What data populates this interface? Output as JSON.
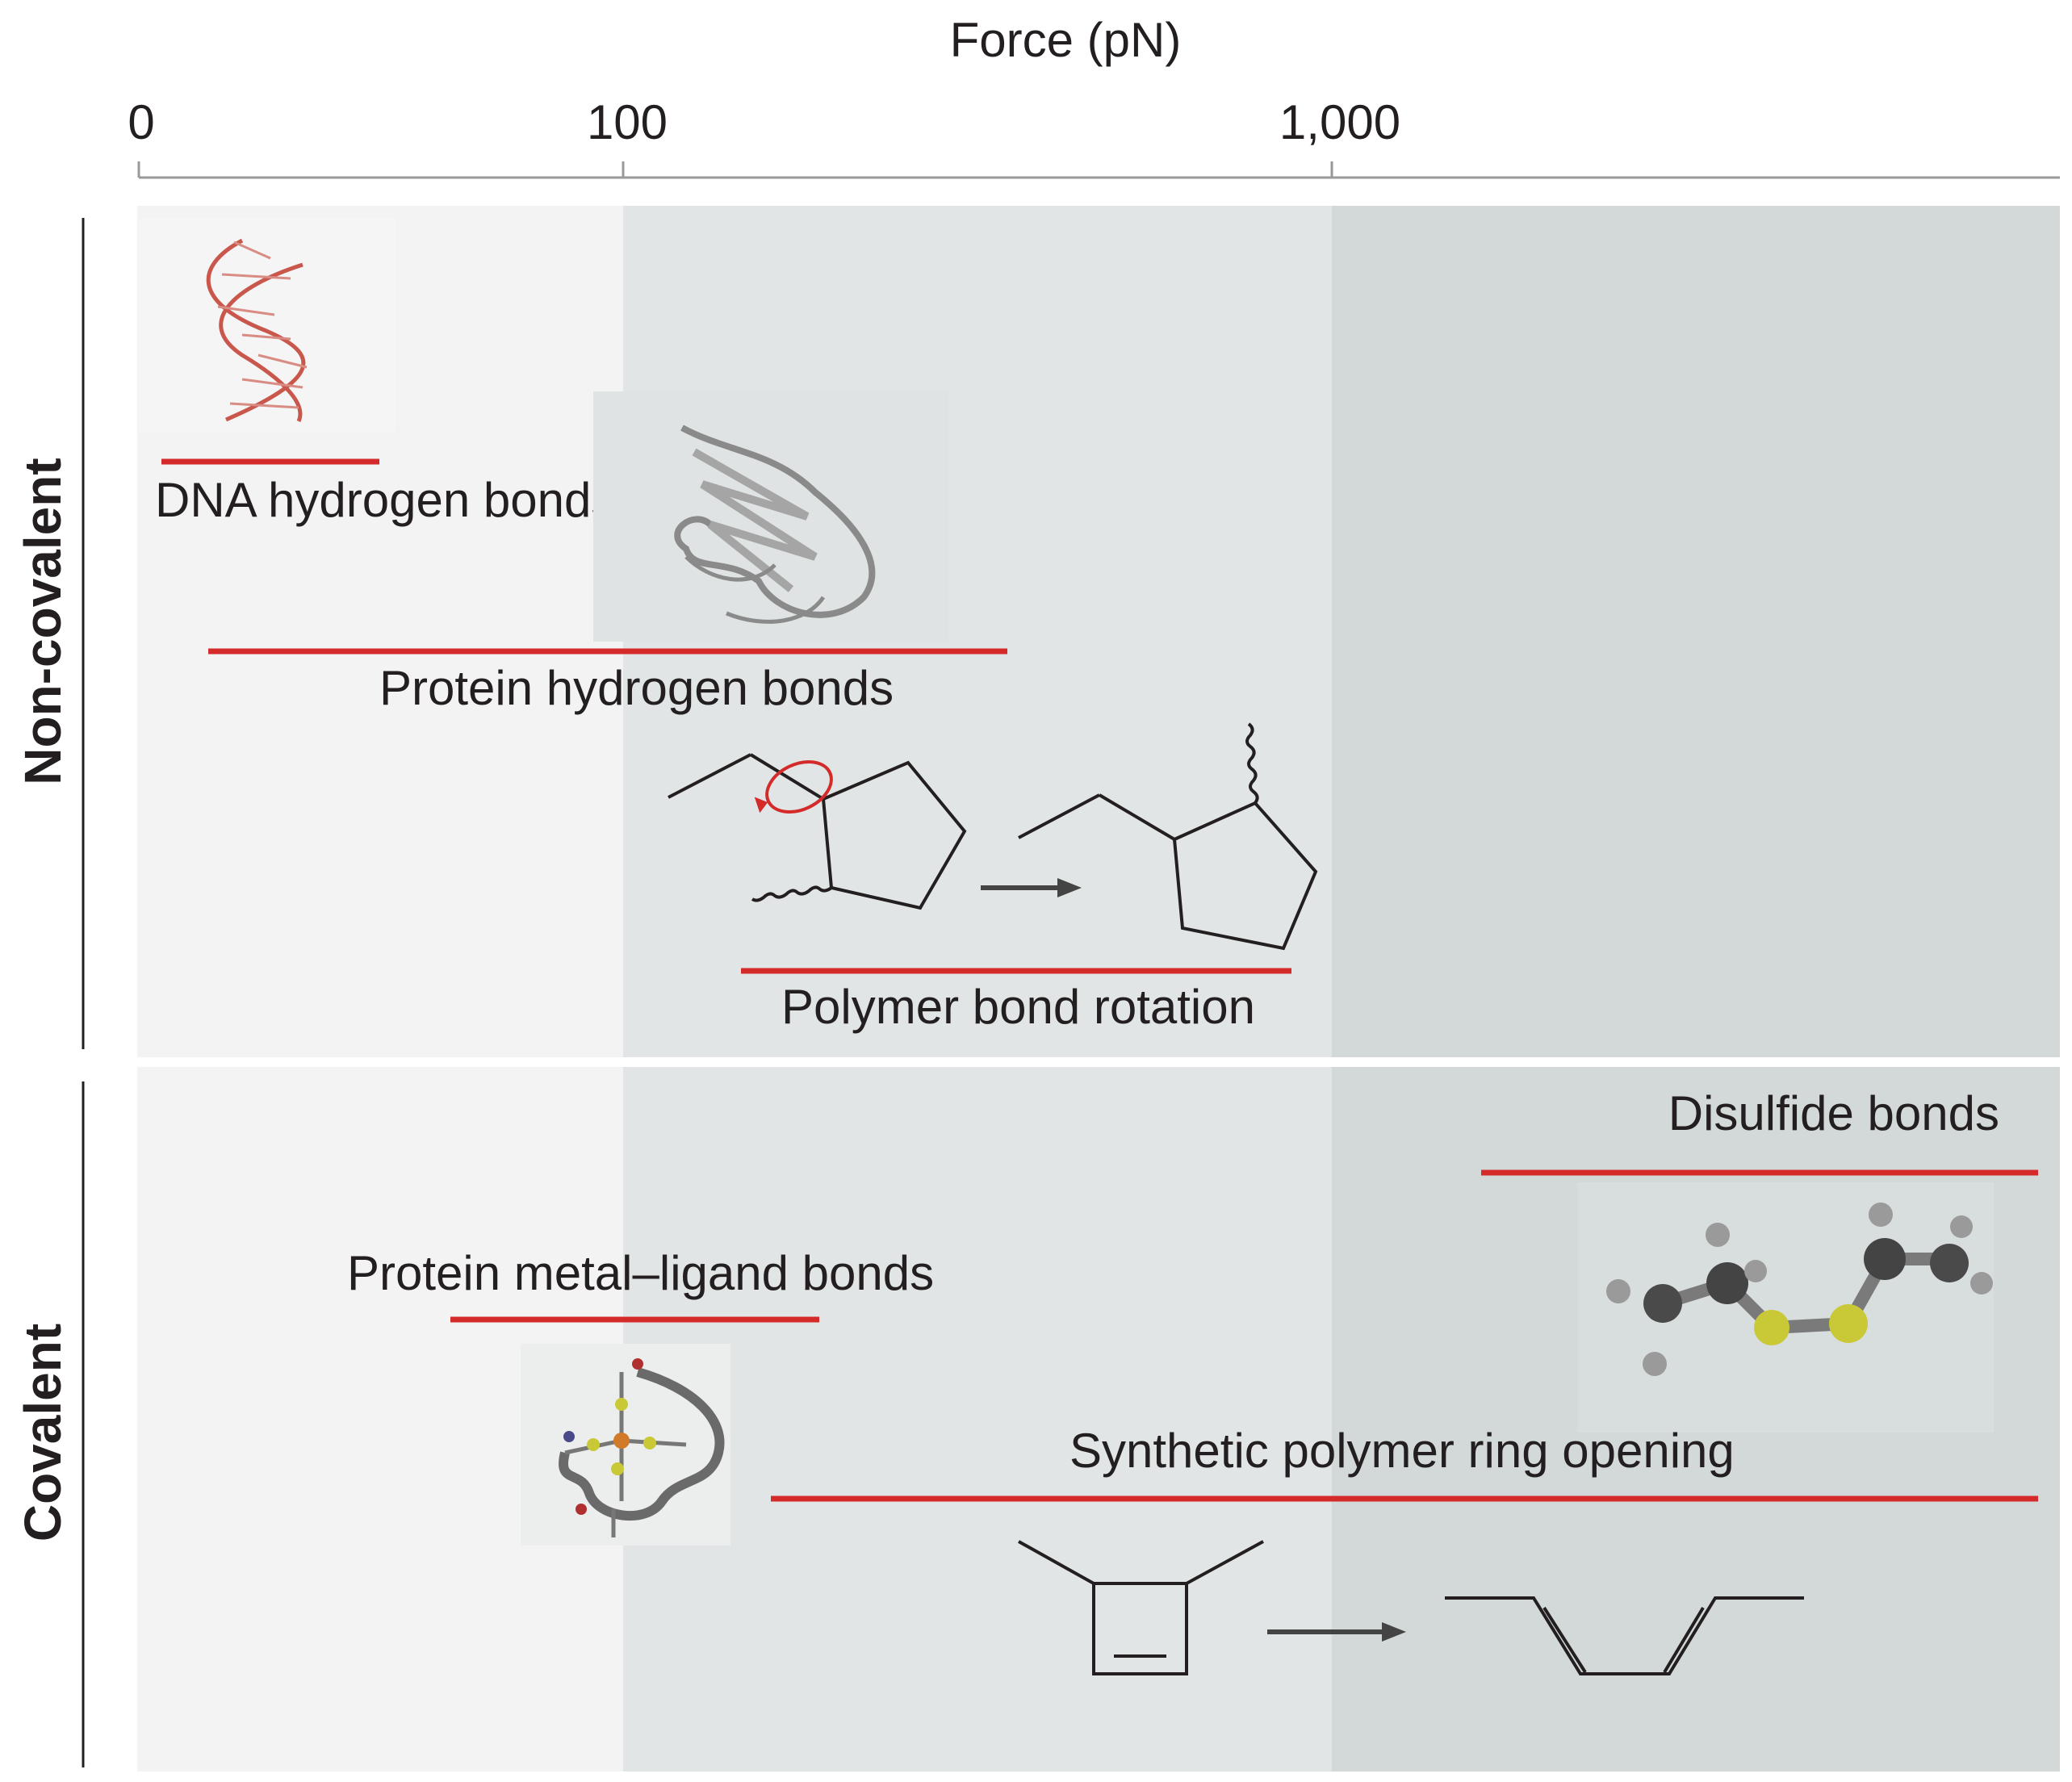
{
  "axis": {
    "title": "Force (pN)",
    "ticks": [
      {
        "label": "0",
        "value": 0
      },
      {
        "label": "100",
        "value": 100
      },
      {
        "label": "1,000",
        "value": 1000
      }
    ]
  },
  "sections": [
    {
      "label": "Non-covalent"
    },
    {
      "label": "Covalent"
    }
  ],
  "ranges": [
    {
      "label": "DNA hydrogen bonds"
    },
    {
      "label": "Protein hydrogen bonds"
    },
    {
      "label": "Polymer bond rotation"
    },
    {
      "label": "Disulfide bonds"
    },
    {
      "label": "Protein metal–ligand bonds"
    },
    {
      "label": "Synthetic polymer ring opening"
    }
  ],
  "colors": {
    "band_low": "#f2f3f2",
    "band_mid": "#e1e5e5",
    "band_high": "#d2d9d8",
    "range_bar": "#d42a2a",
    "dna": "#c9574c",
    "protein": "#8a8a8a",
    "sulfur": "#c9c937",
    "arrow": "#444444",
    "text": "#231f20"
  },
  "icons": [
    "dna-helix-icon",
    "protein-structure-icon",
    "cyclopentane-rotation-icon",
    "disulfide-molecule-icon",
    "metal-ligand-complex-icon",
    "cyclobutene-ring-opening-icon"
  ]
}
